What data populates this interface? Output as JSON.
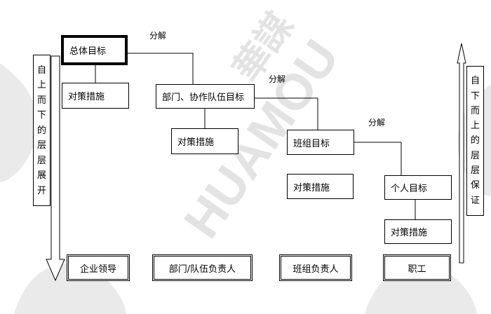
{
  "watermark": {
    "brand": "HUAMOU",
    "hanzi": "華謀"
  },
  "split_label": "分解",
  "levels": {
    "total_goal": "总体目标",
    "dept_goal": "部门、协作队伍目标",
    "team_goal": "班组目标",
    "personal_goal": "个人目标",
    "measures": "对策措施"
  },
  "roles": [
    "企业领导",
    "部门/队伍负责人",
    "班组负责人",
    "职工"
  ],
  "left_arrow_text": [
    "自",
    "上",
    "而",
    "下",
    "的",
    "层",
    "层",
    "展",
    "开"
  ],
  "right_arrow_text": [
    "自",
    "下",
    "而",
    "上",
    "的",
    "层",
    "层",
    "保",
    "证"
  ]
}
